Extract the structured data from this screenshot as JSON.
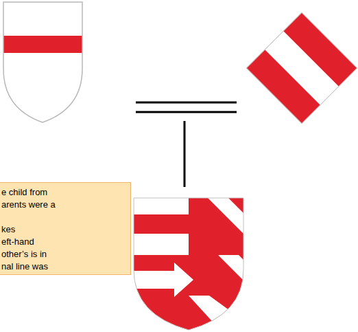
{
  "diagram": {
    "nodes": [
      {
        "text": [
          "e child from",
          "arents were a",
          "kes",
          "eft-hand",
          "other’s is in",
          "nal line was"
        ]
      }
    ]
  }
}
